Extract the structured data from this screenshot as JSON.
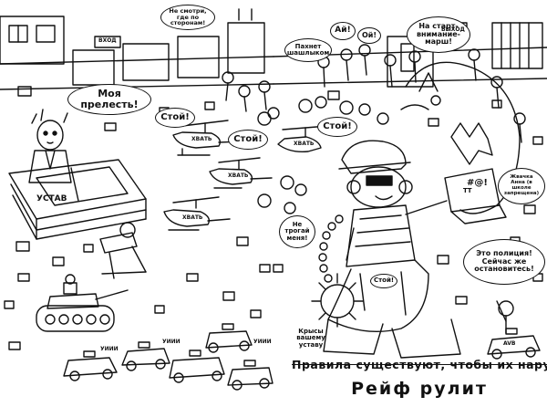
{
  "bubbles": {
    "precious": "Моя прелесть!",
    "sidewalk_top": "Не смотри, где по сторонам!",
    "stop_left": "Стой!",
    "stop_center": "Стой!",
    "stop_right": "Стой!",
    "stop_small": "Стой!",
    "smells": "Пахнет шашлыком",
    "ai": "Ай!",
    "oi": "Ой!",
    "ready_set_go": "На старт-внимание-марш!",
    "dont_touch": "Не трогай меня!",
    "chew_gum": "Жвачка Анна (в школе запрещена)",
    "police": "Это полиция! Сейчас же остановитесь!",
    "rat_law": "Крысы вашему уставу"
  },
  "labels": {
    "heli_1": "ХВАТЬ",
    "heli_2": "ХВАТЬ",
    "heli_3": "ХВАТЬ",
    "heli_4": "ХВАТЬ",
    "sign_left": "ВХОД",
    "sign_right": "ВЫХОД",
    "rulebook": "УСТАВ",
    "siren_1": "УИИИ",
    "siren_2": "УИИИ",
    "siren_3": "УИИИ",
    "tt": "ТТ",
    "laptop": "#@!",
    "car_plate": "AVB"
  },
  "caption": "Правила существуют, чтобы их нарушать",
  "title": "Рейф рулит"
}
